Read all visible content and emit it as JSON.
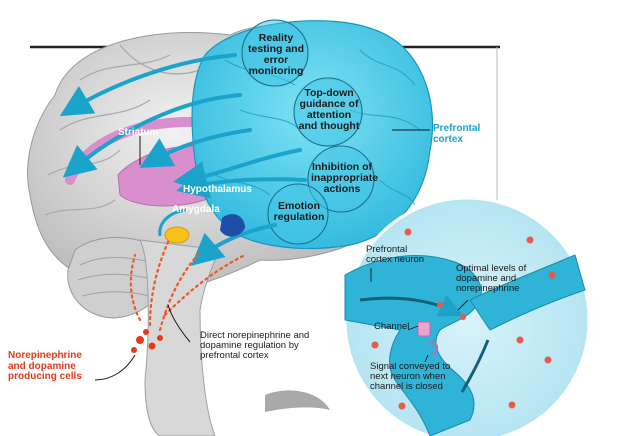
{
  "regions": {
    "striatum": "Striatum",
    "hypothalamus": "Hypothalamus",
    "amygdala": "Amygdala",
    "prefrontal_cortex": "Prefrontal cortex"
  },
  "functions": {
    "reality_testing": "Reality testing and error monitoring",
    "top_down": "Top-down guidance of attention and thought",
    "inhibition": "Inhibition of inappropriate actions",
    "emotion": "Emotion regulation"
  },
  "callouts": {
    "direct_regulation": "Direct norepinephrine and dopamine regulation by prefrontal cortex",
    "producing_cells": "Norepinephrine and dopamine producing cells"
  },
  "inset": {
    "neuron": "Prefrontal cortex neuron",
    "optimal_levels": "Optimal levels of dopamine and norepinephrine",
    "channel": "Channel",
    "signal": "Signal conveyed to next neuron when channel is closed"
  },
  "colors": {
    "cortex_blue": "#4fd0ec",
    "callout_blue": "#1ba3cc",
    "striatum_pink": "#d98fce",
    "brain_gray": "#d6d6d6",
    "cell_red": "#e23a1a"
  }
}
